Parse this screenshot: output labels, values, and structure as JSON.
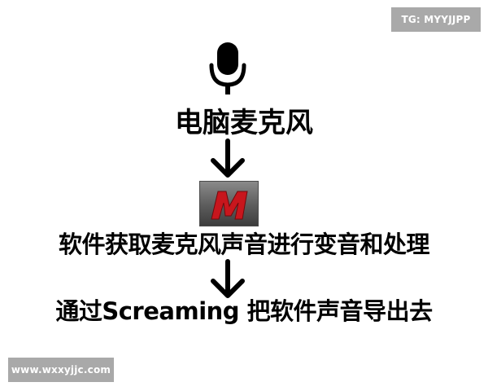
{
  "watermarks": {
    "top_right": "TG: MYYJJPP",
    "bottom_left": "www.wxxyjjc.com"
  },
  "diagram": {
    "step1": "电脑麦克风",
    "step2": "软件获取麦克风声音进行变音和处理",
    "step3": "通过Screaming 把软件声音导出去"
  },
  "icons": {
    "microphone": "microphone-icon",
    "arrow": "arrow-down-icon",
    "app_logo": "morphvox-m-logo"
  },
  "colors": {
    "text": "#000000",
    "badge_bg": "#a9a9a9",
    "logo_red": "#c8161d",
    "logo_bg": "#5a5a5a"
  }
}
